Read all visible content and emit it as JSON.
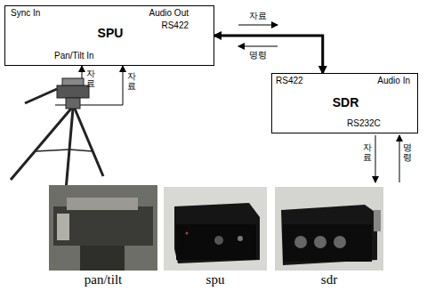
{
  "diagram": {
    "nodes": [
      {
        "text": [
          "Sync In",
          "Audio Out",
          "SPU",
          "RS422",
          "Pan/Tilt In"
        ]
      },
      {
        "text": [
          "RS422",
          "Audio In",
          "SDR",
          "RS232C"
        ]
      }
    ],
    "edges": [
      {
        "from": 0,
        "to": 1,
        "arrow": "both"
      }
    ],
    "labels": [
      "자료",
      "명령",
      "자료",
      "자료",
      "자료",
      "명령",
      "pan/tilt",
      "spu",
      "sdr"
    ]
  }
}
